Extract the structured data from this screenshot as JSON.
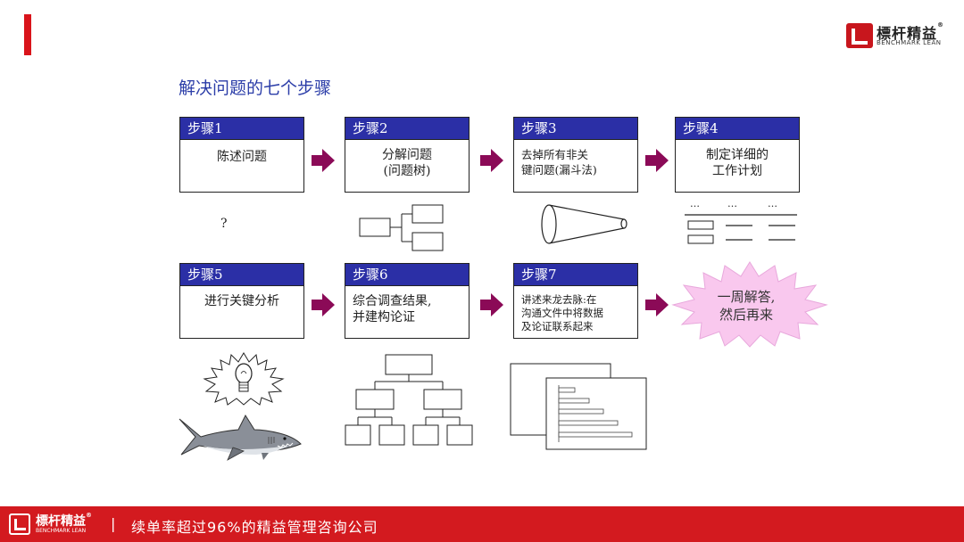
{
  "brand": {
    "name": "標杆精益",
    "registered": "®",
    "sub": "BENCHMARK LEAN"
  },
  "title": "解决问题的七个步骤",
  "steps": [
    {
      "header": "步骤1",
      "body": [
        "陈述问题"
      ]
    },
    {
      "header": "步骤2",
      "body": [
        "分解问题",
        "(问题树)"
      ]
    },
    {
      "header": "步骤3",
      "body": [
        "去掉所有非关",
        "键问题(漏斗法)"
      ]
    },
    {
      "header": "步骤4",
      "body": [
        "制定详细的",
        "工作计划"
      ]
    },
    {
      "header": "步骤5",
      "body": [
        "进行关键分析"
      ]
    },
    {
      "header": "步骤6",
      "body": [
        "综合调查结果,",
        "并建构论证"
      ]
    },
    {
      "header": "步骤7",
      "body": [
        "讲述来龙去脉:在",
        "沟通文件中将数据",
        "及论证联系起来"
      ]
    }
  ],
  "question_mark": "?",
  "plan_dots": [
    "…",
    "…",
    "…"
  ],
  "final_burst": [
    "一周解答,",
    "然后再来"
  ],
  "footer": {
    "separator": "|",
    "slogan": "续单率超过96%的精益管理咨询公司"
  },
  "colors": {
    "accent": "#d9141b",
    "step_header": "#2b2fa6",
    "arrow": "#8b0a57",
    "burst": "#f9c8ee"
  }
}
